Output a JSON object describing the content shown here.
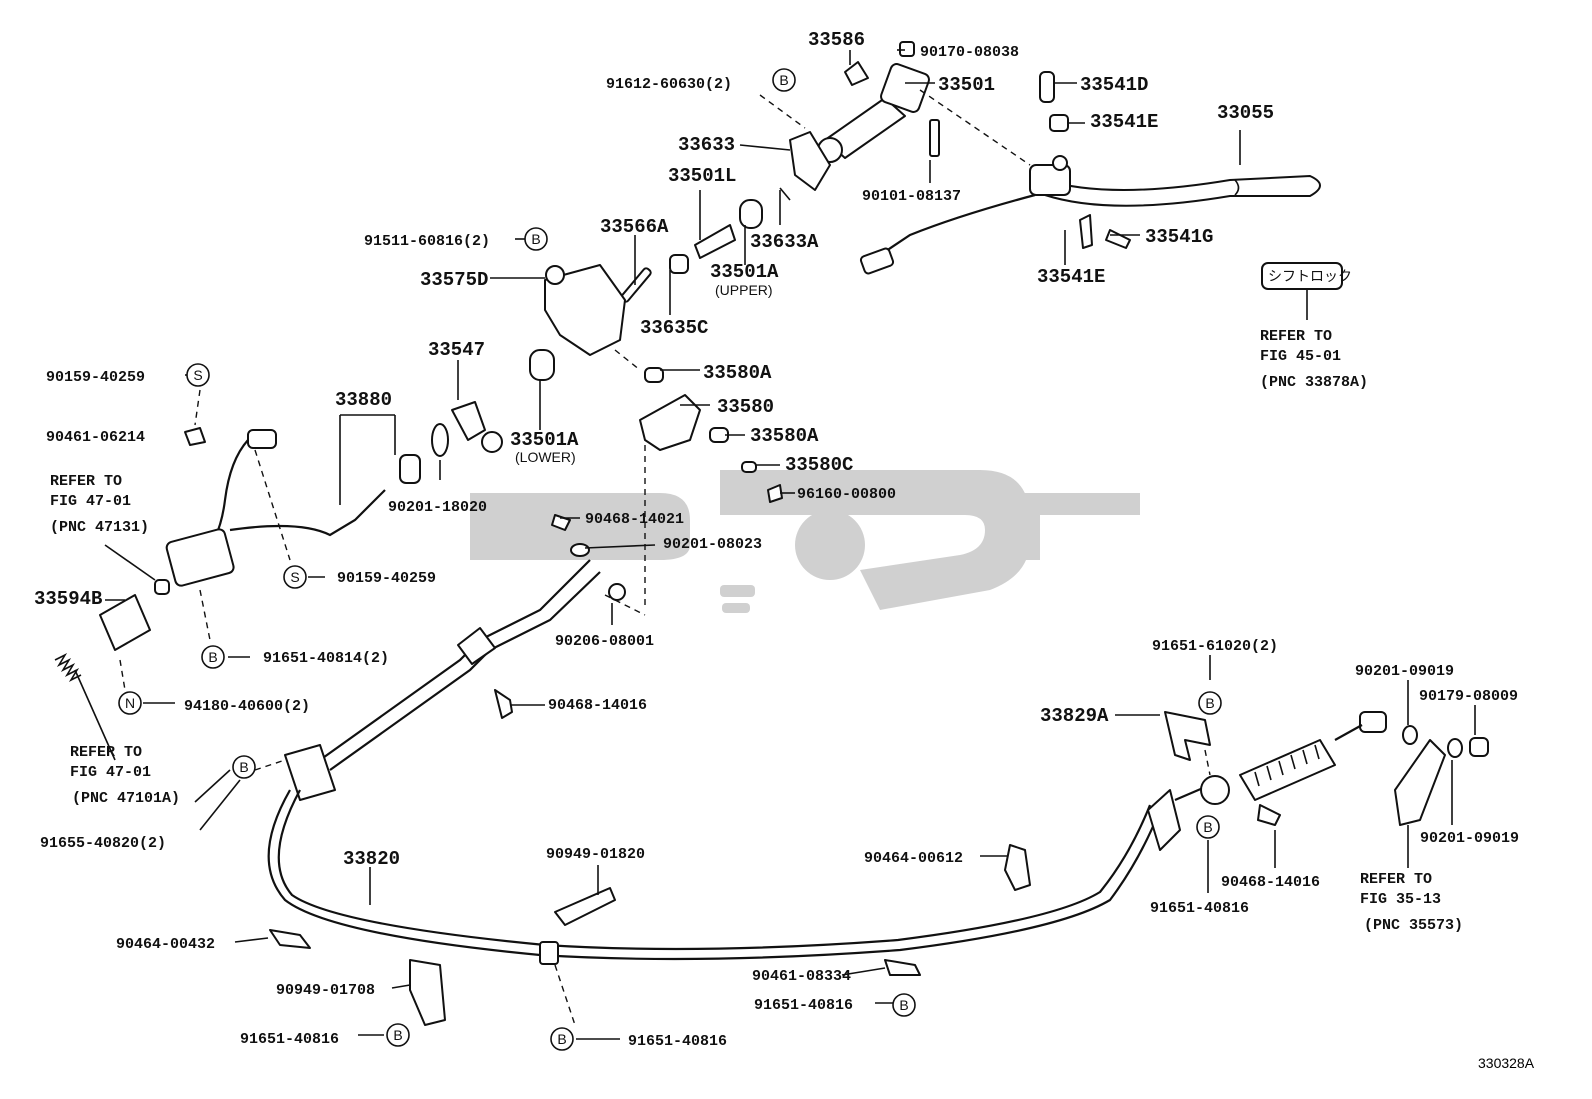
{
  "figure_id": "330328A",
  "callouts": [
    {
      "id": "c-33586",
      "text": "33586",
      "cls": "big"
    },
    {
      "id": "c-90170-08038",
      "text": "90170-08038",
      "cls": "sm"
    },
    {
      "id": "c-91612-60630",
      "text": "91612-60630(2)",
      "cls": "sm",
      "circle": "B"
    },
    {
      "id": "c-33501",
      "text": "33501",
      "cls": "big"
    },
    {
      "id": "c-33541D",
      "text": "33541D",
      "cls": "big"
    },
    {
      "id": "c-33055",
      "text": "33055",
      "cls": "big"
    },
    {
      "id": "c-33541E-top",
      "text": "33541E",
      "cls": "big"
    },
    {
      "id": "c-33633",
      "text": "33633",
      "cls": "big"
    },
    {
      "id": "c-90101-08137",
      "text": "90101-08137",
      "cls": "sm"
    },
    {
      "id": "c-33501L",
      "text": "33501L",
      "cls": "big"
    },
    {
      "id": "c-33566A",
      "text": "33566A",
      "cls": "big"
    },
    {
      "id": "c-33633A",
      "text": "33633A",
      "cls": "big"
    },
    {
      "id": "c-91511-60816",
      "text": "91511-60816(2)",
      "cls": "sm",
      "circle": "B"
    },
    {
      "id": "c-33541G",
      "text": "33541G",
      "cls": "big"
    },
    {
      "id": "c-33575D",
      "text": "33575D",
      "cls": "big"
    },
    {
      "id": "c-33501A-upper",
      "text": "33501A",
      "cls": "big"
    },
    {
      "id": "c-upper",
      "text": "(UPPER)",
      "cls": "xs"
    },
    {
      "id": "c-33541E-bot",
      "text": "33541E",
      "cls": "big"
    },
    {
      "id": "c-33635C",
      "text": "33635C",
      "cls": "big"
    },
    {
      "id": "c-refer-45",
      "text": "REFER TO",
      "cls": "sm"
    },
    {
      "id": "c-fig-45",
      "text": "FIG 45-01",
      "cls": "sm"
    },
    {
      "id": "c-pnc-33878A",
      "text": "(PNC 33878A)",
      "cls": "sm"
    },
    {
      "id": "c-90159-40259-top",
      "text": "90159-40259",
      "cls": "sm",
      "circle": "S"
    },
    {
      "id": "c-33547",
      "text": "33547",
      "cls": "big"
    },
    {
      "id": "c-33580A-1",
      "text": "33580A",
      "cls": "big"
    },
    {
      "id": "c-33880",
      "text": "33880",
      "cls": "big"
    },
    {
      "id": "c-33580",
      "text": "33580",
      "cls": "big"
    },
    {
      "id": "c-90461-06214",
      "text": "90461-06214",
      "cls": "sm"
    },
    {
      "id": "c-33501A-lower",
      "text": "33501A",
      "cls": "big"
    },
    {
      "id": "c-lower",
      "text": "(LOWER)",
      "cls": "xs"
    },
    {
      "id": "c-33580A-2",
      "text": "33580A",
      "cls": "big"
    },
    {
      "id": "c-33580C",
      "text": "33580C",
      "cls": "big"
    },
    {
      "id": "c-refer-47a",
      "text": "REFER TO",
      "cls": "sm"
    },
    {
      "id": "c-fig-47a",
      "text": "FIG 47-01",
      "cls": "sm"
    },
    {
      "id": "c-pnc-47131",
      "text": "(PNC 47131)",
      "cls": "sm"
    },
    {
      "id": "c-96160-00800",
      "text": "96160-00800",
      "cls": "sm"
    },
    {
      "id": "c-90201-18020",
      "text": "90201-18020",
      "cls": "sm"
    },
    {
      "id": "c-90468-14021",
      "text": "90468-14021",
      "cls": "sm"
    },
    {
      "id": "c-90201-08023",
      "text": "90201-08023",
      "cls": "sm"
    },
    {
      "id": "c-90159-40259-bot",
      "text": "90159-40259",
      "cls": "sm",
      "circle": "S"
    },
    {
      "id": "c-33594B",
      "text": "33594B",
      "cls": "big"
    },
    {
      "id": "c-90206-08001",
      "text": "90206-08001",
      "cls": "sm"
    },
    {
      "id": "c-91651-40814",
      "text": "91651-40814(2)",
      "cls": "sm",
      "circle": "B"
    },
    {
      "id": "c-91651-61020",
      "text": "91651-61020(2)",
      "cls": "sm",
      "circle": "B"
    },
    {
      "id": "c-94180-40600",
      "text": "94180-40600(2)",
      "cls": "sm",
      "circle": "N"
    },
    {
      "id": "c-90201-09019-top",
      "text": "90201-09019",
      "cls": "sm"
    },
    {
      "id": "c-90468-14016-a",
      "text": "90468-14016",
      "cls": "sm"
    },
    {
      "id": "c-90179-08009",
      "text": "90179-08009",
      "cls": "sm"
    },
    {
      "id": "c-33829A",
      "text": "33829A",
      "cls": "big"
    },
    {
      "id": "c-refer-47b",
      "text": "REFER TO",
      "cls": "sm"
    },
    {
      "id": "c-fig-47b",
      "text": "FIG 47-01",
      "cls": "sm"
    },
    {
      "id": "c-pnc-47101A",
      "text": "(PNC 47101A)",
      "cls": "sm"
    },
    {
      "id": "c-91655-40820",
      "text": "91655-40820(2)",
      "cls": "sm",
      "circle": "B"
    },
    {
      "id": "c-90201-09019-bot",
      "text": "90201-09019",
      "cls": "sm"
    },
    {
      "id": "c-90949-01820",
      "text": "90949-01820",
      "cls": "sm"
    },
    {
      "id": "c-33820",
      "text": "33820",
      "cls": "big"
    },
    {
      "id": "c-90464-00612",
      "text": "90464-00612",
      "cls": "sm"
    },
    {
      "id": "c-90468-14016-b",
      "text": "90468-14016",
      "cls": "sm"
    },
    {
      "id": "c-refer-35",
      "text": "REFER TO",
      "cls": "sm"
    },
    {
      "id": "c-fig-35",
      "text": "FIG 35-13",
      "cls": "sm"
    },
    {
      "id": "c-91651-40816-r",
      "text": "91651-40816",
      "cls": "sm",
      "circle": "B"
    },
    {
      "id": "c-pnc-35573",
      "text": "(PNC 35573)",
      "cls": "sm"
    },
    {
      "id": "c-90464-00432",
      "text": "90464-00432",
      "cls": "sm"
    },
    {
      "id": "c-90461-08334",
      "text": "90461-08334",
      "cls": "sm"
    },
    {
      "id": "c-90949-01708",
      "text": "90949-01708",
      "cls": "sm"
    },
    {
      "id": "c-91651-40816-m",
      "text": "91651-40816",
      "cls": "sm",
      "circle": "B"
    },
    {
      "id": "c-91651-40816-l",
      "text": "91651-40816",
      "cls": "sm",
      "circle": "B"
    },
    {
      "id": "c-91651-40816-c",
      "text": "91651-40816",
      "cls": "sm",
      "circle": "B"
    },
    {
      "id": "c-jp-label",
      "text": "シフトロック",
      "cls": "xs"
    }
  ]
}
